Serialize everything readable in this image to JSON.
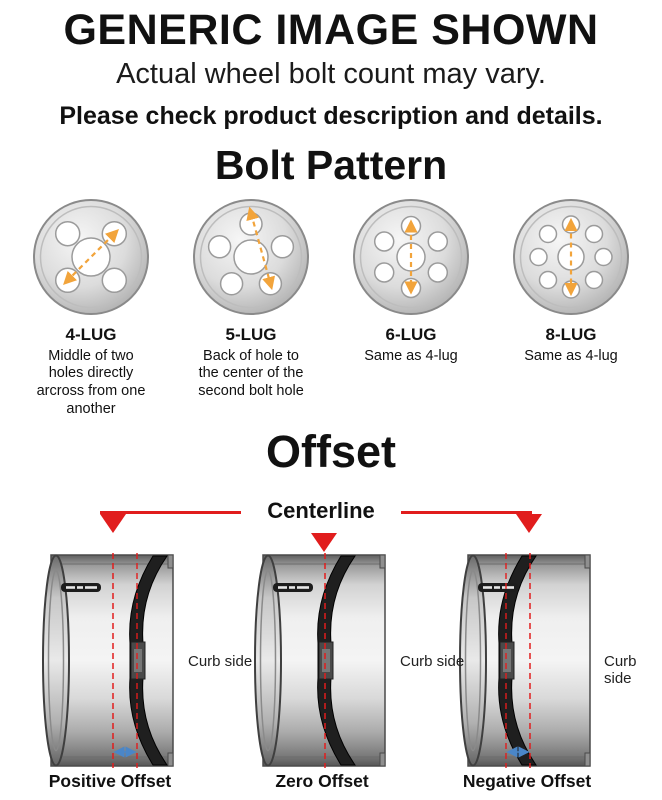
{
  "header": {
    "title": "GENERIC IMAGE SHOWN",
    "subtitle": "Actual wheel bolt count may vary.",
    "note": "Please check product description and details."
  },
  "bolt_pattern": {
    "title": "Bolt Pattern",
    "items": [
      {
        "label": "4-LUG",
        "lugs": 4,
        "description": "Middle of two holes directly arcross from one another"
      },
      {
        "label": "5-LUG",
        "lugs": 5,
        "description": "Back of hole to the center of the second bolt hole"
      },
      {
        "label": "6-LUG",
        "lugs": 6,
        "description": "Same as 4-lug"
      },
      {
        "label": "8-LUG",
        "lugs": 8,
        "description": "Same as 4-lug"
      }
    ]
  },
  "offset": {
    "title": "Offset",
    "centerline_label": "Centerline",
    "curb_side_label": "Curb side",
    "items": [
      {
        "label": "Positive Offset",
        "type": "positive"
      },
      {
        "label": "Zero Offset",
        "type": "zero"
      },
      {
        "label": "Negative Offset",
        "type": "negative"
      }
    ]
  },
  "colors": {
    "accent_red": "#e11d1d",
    "accent_orange": "#f2a43b",
    "accent_blue": "#4a86c8",
    "text": "#111111"
  }
}
